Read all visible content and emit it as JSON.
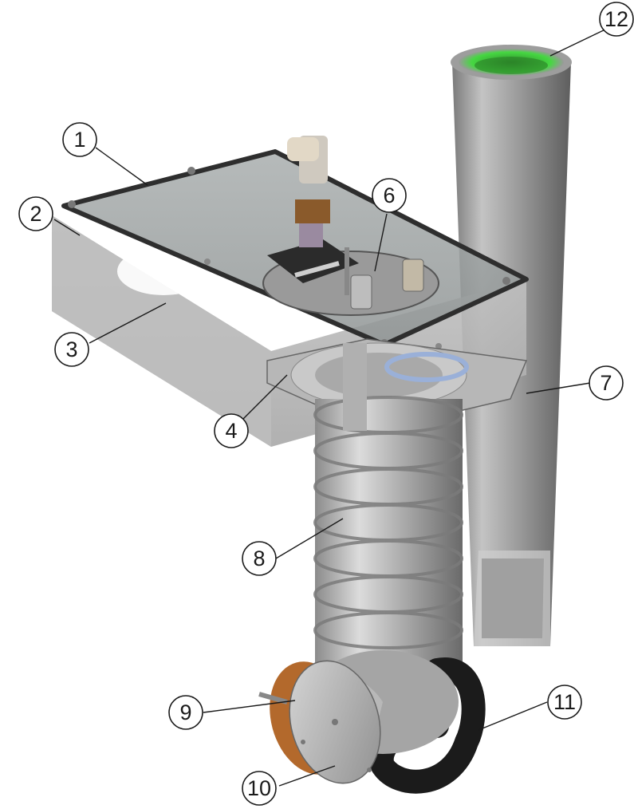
{
  "figure": {
    "callouts": [
      {
        "id": "1",
        "label": "1"
      },
      {
        "id": "2",
        "label": "2"
      },
      {
        "id": "3",
        "label": "3"
      },
      {
        "id": "4",
        "label": "4"
      },
      {
        "id": "6",
        "label": "6"
      },
      {
        "id": "7",
        "label": "7"
      },
      {
        "id": "8",
        "label": "8"
      },
      {
        "id": "9",
        "label": "9"
      },
      {
        "id": "10",
        "label": "10"
      },
      {
        "id": "11",
        "label": "11"
      },
      {
        "id": "12",
        "label": "12"
      }
    ],
    "colors": {
      "tube_light": "#c9c9c9",
      "tube_mid": "#a3a3a3",
      "tube_dark": "#6f6f6f",
      "glass": "#b8bdbd",
      "flange_green": "#3ecf3a",
      "copper": "#b3692c",
      "hose_black": "#1b1b1b",
      "brass": "#8a5a2b"
    }
  }
}
